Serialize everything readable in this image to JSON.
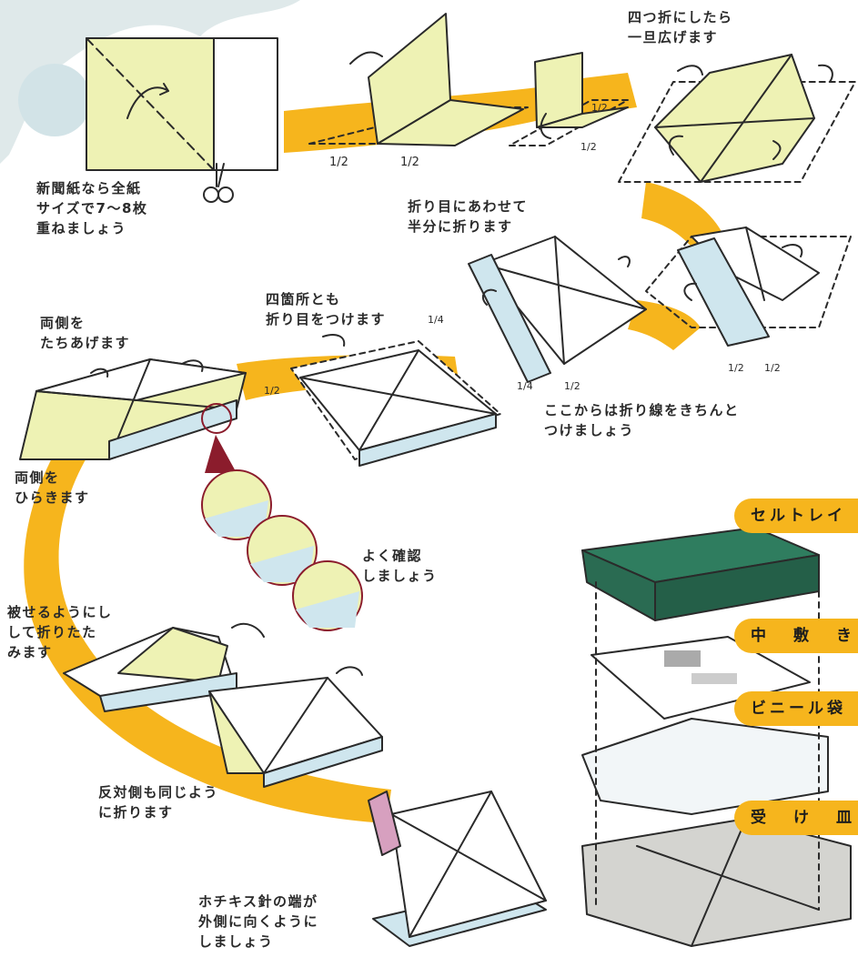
{
  "steps": {
    "cut_note": "新聞紙なら全紙\nサイズで7〜8枚\n重ねましょう",
    "quarter_note": "四つ折にしたら\n一旦広げます",
    "half_note": "折り目にあわせて\n半分に折ります",
    "crease_four_note": "四箇所とも\n折り目をつけます",
    "raise_sides_note": "両側を\nたちあげます",
    "open_sides_note": "両側を\nひらきます",
    "firm_crease_note": "ここからは折り線をきちんと\nつけましょう",
    "check_note": "よく確認\n しましょう",
    "cover_fold_note": "被せるようにし\nして折りたた\nみます",
    "other_side_note": "反対側も同じよう\nに折ります",
    "staple_note": "ホチキス針の端が\n外側に向くように\nしましょう"
  },
  "fold_marks": {
    "half": "1/2",
    "quarter": "1/4"
  },
  "layers": {
    "cell_tray": "セルトレイ",
    "inner_liner": "中敷き",
    "vinyl_bag": "ビニール袋",
    "saucer": "受け皿"
  },
  "colors": {
    "accent_orange": "#f6b51d",
    "paper_yellow": "#eef2b4",
    "paper_blue": "#cfe6ee",
    "tray_green": "#2f7d5f",
    "saucer_gray": "#d4d4d0",
    "stapler_pink": "#d7a0bf",
    "detail_circle": "#8b1c2c",
    "background_blob": "#dfe9ea"
  }
}
